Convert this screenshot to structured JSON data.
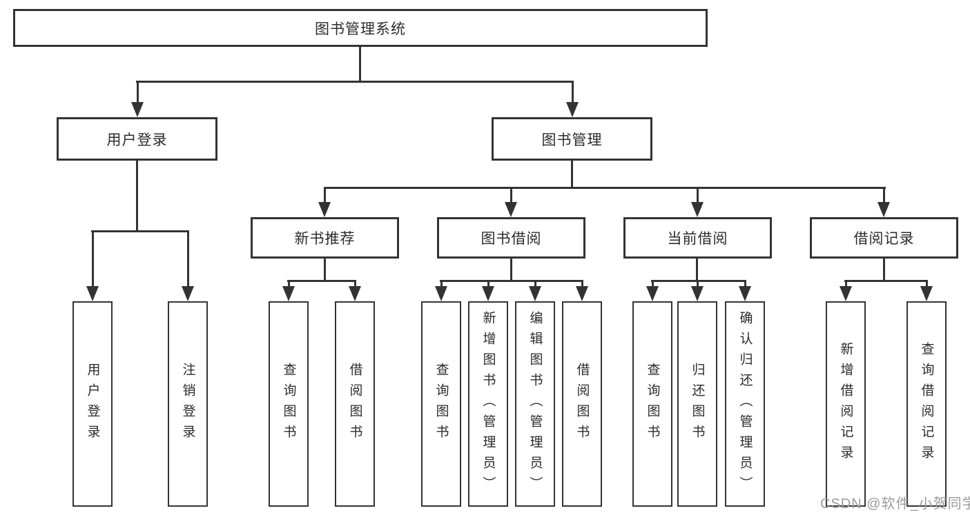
{
  "colors": {
    "line": "#333333",
    "box_border": "#333333",
    "box_fill": "#ffffff",
    "text": "#2b2b2b",
    "watermark": "#9b9b9b"
  },
  "nodes": {
    "root": {
      "label": "图书管理系统"
    },
    "user_login": {
      "label": "用户登录"
    },
    "book_mgmt": {
      "label": "图书管理"
    },
    "new_book_rec": {
      "label": "新书推荐"
    },
    "book_borrow": {
      "label": "图书借阅"
    },
    "current_borrow": {
      "label": "当前借阅"
    },
    "borrow_records": {
      "label": "借阅记录"
    },
    "leaf_user_login": {
      "label": "用户登录"
    },
    "leaf_logout": {
      "label": "注销登录"
    },
    "leaf_rec_query_books": {
      "label": "查询图书"
    },
    "leaf_rec_borrow_books": {
      "label": "借阅图书"
    },
    "leaf_bb_query_books": {
      "label": "查询图书"
    },
    "leaf_bb_add_books": {
      "label": "新增图书（管理员）"
    },
    "leaf_bb_edit_books": {
      "label": "编辑图书（管理员）"
    },
    "leaf_bb_borrow_books": {
      "label": "借阅图书"
    },
    "leaf_cb_query_books": {
      "label": "查询图书"
    },
    "leaf_cb_return_books": {
      "label": "归还图书"
    },
    "leaf_cb_confirm_return": {
      "label": "确认归还（管理员）"
    },
    "leaf_br_add_record": {
      "label": "新增借阅记录"
    },
    "leaf_br_query_record": {
      "label": "查询借阅记录"
    }
  },
  "watermark": {
    "text": "CSDN @软件_小贺同学"
  }
}
